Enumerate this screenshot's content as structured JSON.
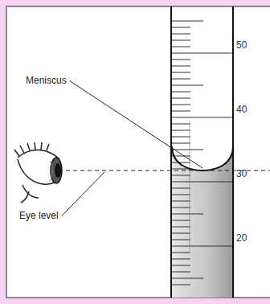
{
  "diagram": {
    "labels": [
      "Meniscus",
      "Eye level",
      "50",
      "40",
      "30",
      "20"
    ]
  }
}
